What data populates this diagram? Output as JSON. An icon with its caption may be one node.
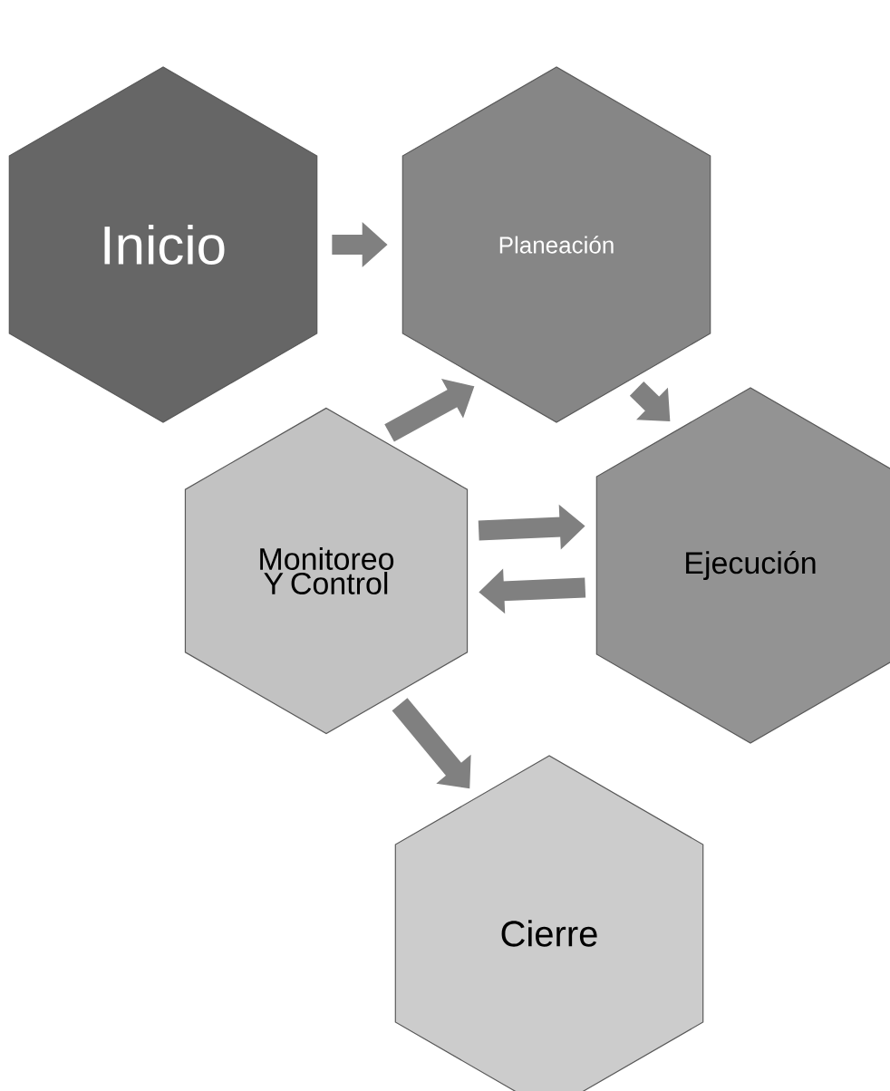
{
  "diagram": {
    "nodes": [
      {
        "text": [
          "Inicio"
        ]
      },
      {
        "text": [
          "Planeación"
        ]
      },
      {
        "text": [
          "Monitoreo Y Control"
        ]
      },
      {
        "text": [
          "Ejecución"
        ]
      },
      {
        "text": [
          "Cierre"
        ]
      }
    ],
    "edges": [
      {
        "from": 0,
        "to": 1,
        "arrow": "to"
      },
      {
        "from": 1,
        "to": 3,
        "arrow": "to"
      },
      {
        "from": 2,
        "to": 3,
        "arrow": "to"
      },
      {
        "from": 3,
        "to": 2,
        "arrow": "to"
      },
      {
        "from": 2,
        "to": 1,
        "arrow": "to"
      },
      {
        "from": 2,
        "to": 4,
        "arrow": "to"
      }
    ]
  }
}
